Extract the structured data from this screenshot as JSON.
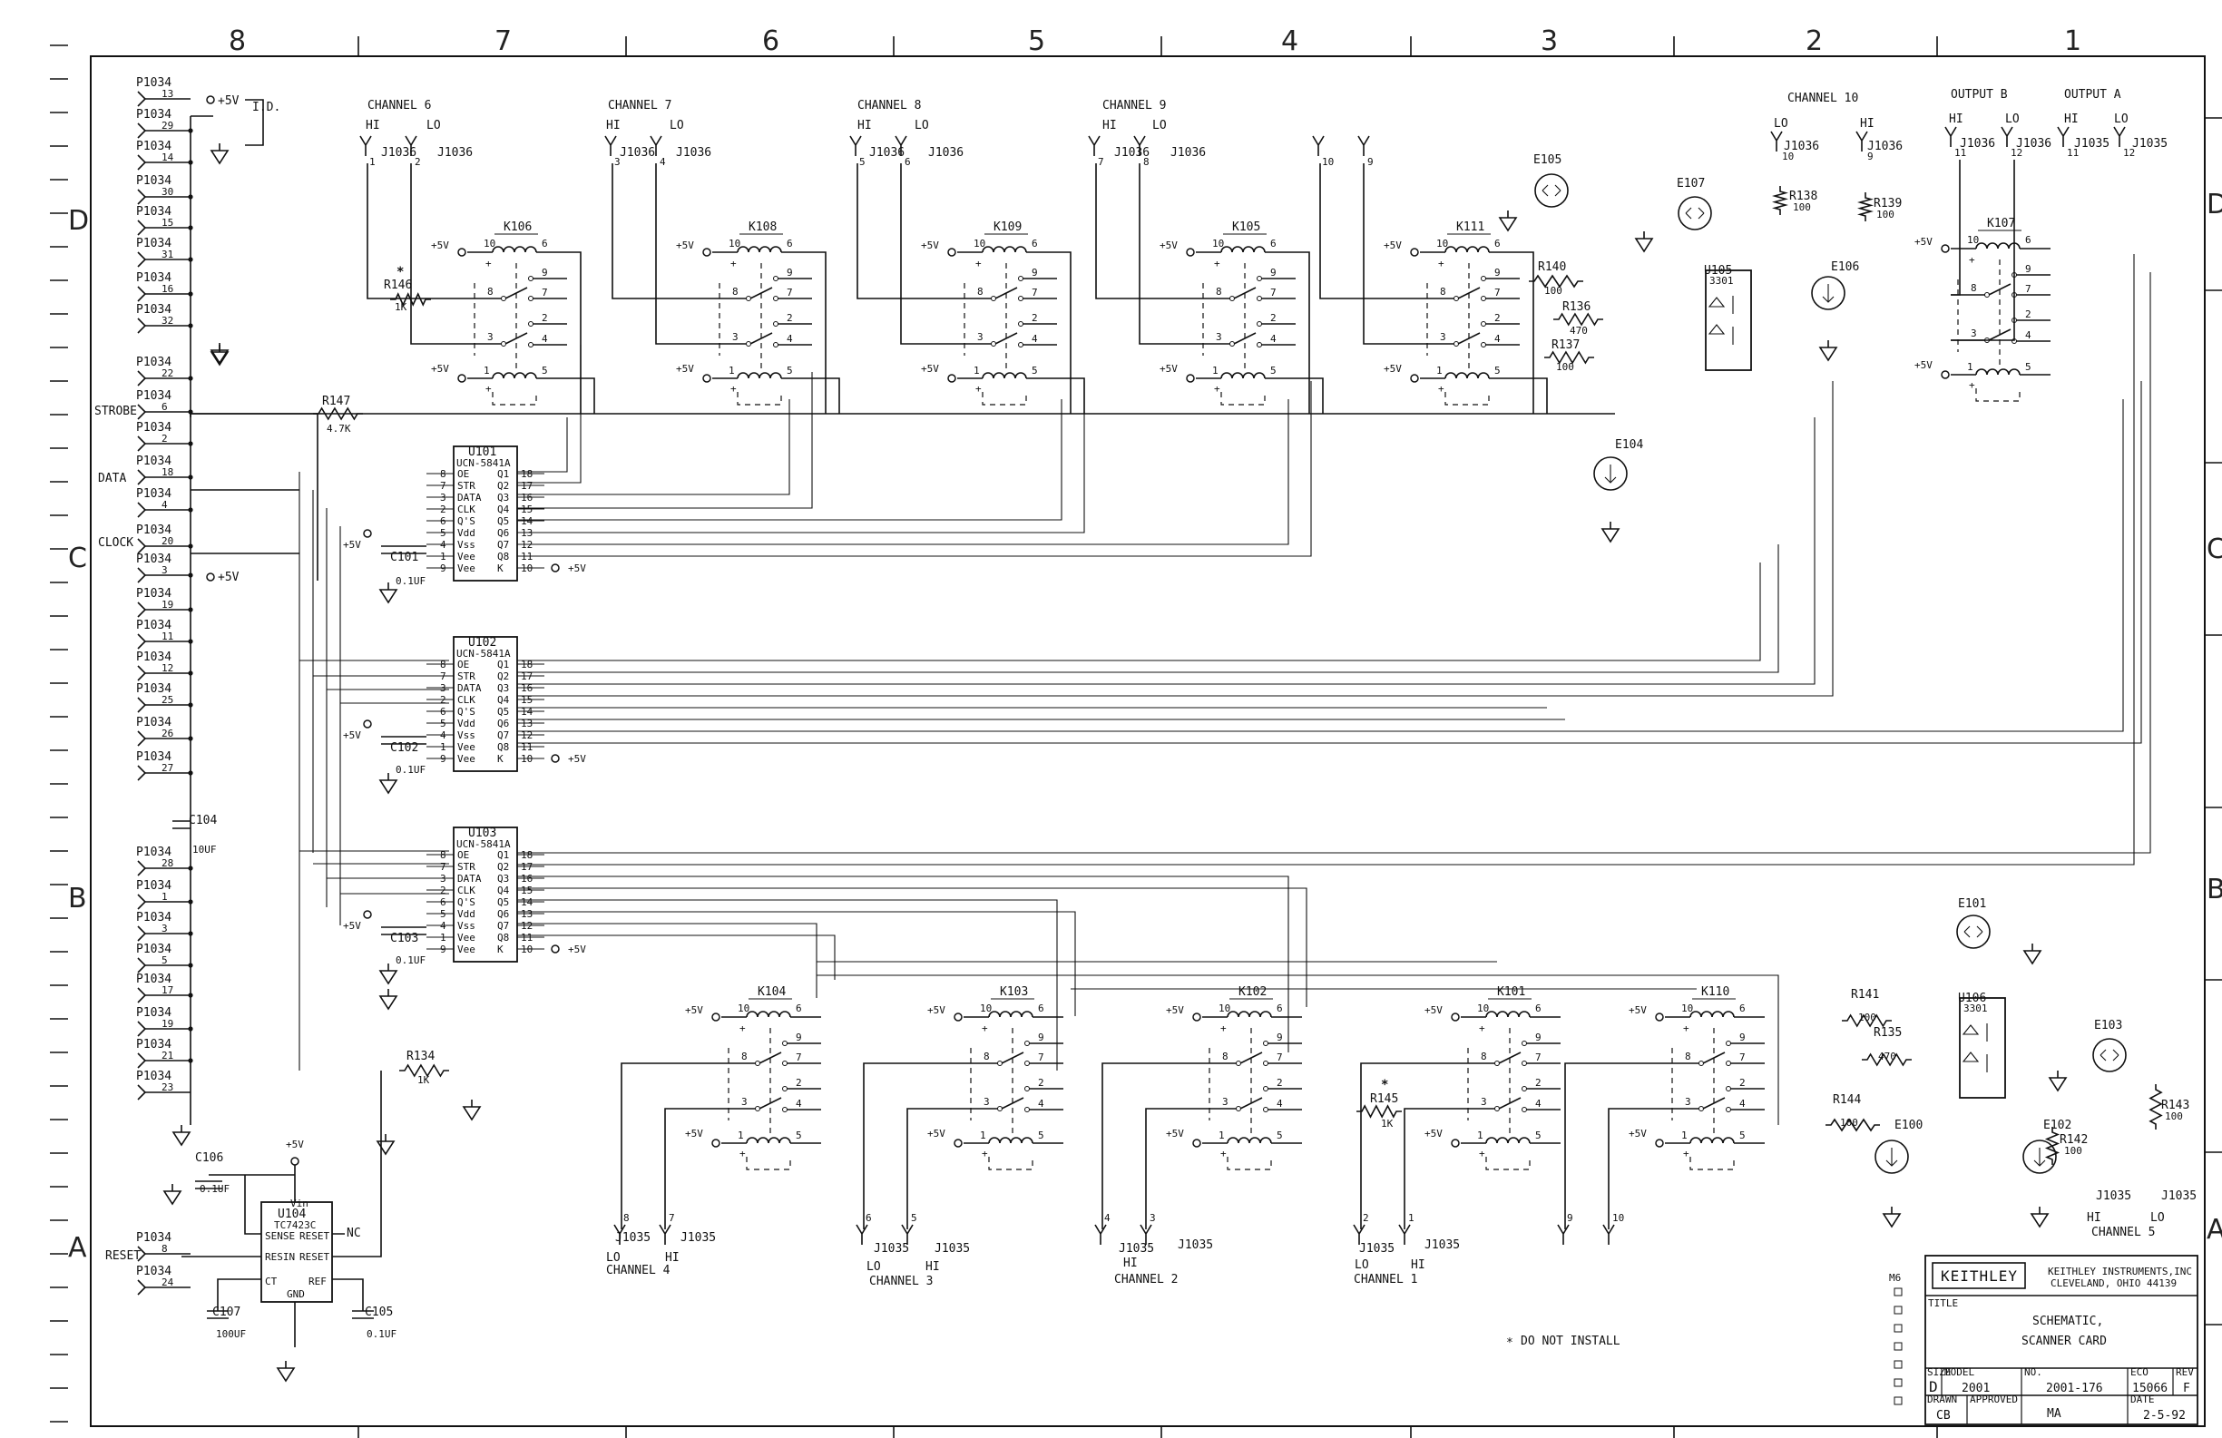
{
  "sheet": {
    "zones_top": [
      "8",
      "7",
      "6",
      "5",
      "4",
      "3",
      "2",
      "1"
    ],
    "zones_side": [
      "D",
      "C",
      "B",
      "A"
    ]
  },
  "connector_p1034": {
    "label": "P1034",
    "pins": [
      "13",
      "29",
      "14",
      "30",
      "15",
      "31",
      "16",
      "32",
      "22",
      "6",
      "2",
      "18",
      "4",
      "20",
      "3",
      "19",
      "11",
      "12",
      "25",
      "26",
      "27",
      "28",
      "1",
      "3",
      "5",
      "17",
      "19",
      "21",
      "23",
      "8",
      "24"
    ],
    "id_label": "I.D.",
    "signals": {
      "strobe": "STROBE",
      "data": "DATA",
      "clock": "CLOCK",
      "reset": "RESET"
    },
    "supply": "+5V"
  },
  "channels_top": [
    {
      "name": "CHANNEL 6",
      "hi": "HI",
      "lo": "LO",
      "relay": "K106",
      "jacks": [
        "J1036",
        "J1036"
      ],
      "pins": [
        "1",
        "2"
      ]
    },
    {
      "name": "CHANNEL 7",
      "hi": "HI",
      "lo": "LO",
      "relay": "K108",
      "jacks": [
        "J1036",
        "J1036"
      ],
      "pins": [
        "3",
        "4"
      ]
    },
    {
      "name": "CHANNEL 8",
      "hi": "HI",
      "lo": "LO",
      "relay": "K109",
      "jacks": [
        "J1036",
        "J1036"
      ],
      "pins": [
        "5",
        "6"
      ]
    },
    {
      "name": "CHANNEL 9",
      "hi": "HI",
      "lo": "LO",
      "relay": "K105",
      "jacks": [
        "J1036",
        "J1036"
      ],
      "pins": [
        "7",
        "8"
      ]
    },
    {
      "name": "CHANNEL 10",
      "hi": "HI",
      "lo": "LO",
      "relay": "K111",
      "jacks": [
        "J1036",
        "J1036"
      ],
      "pins": [
        "10",
        "9"
      ]
    }
  ],
  "outputs": [
    {
      "name": "OUTPUT B",
      "hi": "HI",
      "lo": "LO",
      "jacks": [
        "J1036",
        "J1036"
      ],
      "pins": [
        "11",
        "12"
      ]
    },
    {
      "name": "OUTPUT A",
      "hi": "HI",
      "lo": "LO",
      "jacks": [
        "J1035",
        "J1035"
      ],
      "pins": [
        "11",
        "12"
      ]
    }
  ],
  "relay_k107": "K107",
  "channels_bottom": [
    {
      "name": "CHANNEL 4",
      "relay": "K104",
      "jack": "J1035",
      "pins": [
        "8",
        "7"
      ],
      "lo": "LO",
      "hi": "HI"
    },
    {
      "name": "CHANNEL 3",
      "relay": "K103",
      "jack": "J1035",
      "pins": [
        "6",
        "5"
      ],
      "lo": "LO",
      "hi": "HI"
    },
    {
      "name": "CHANNEL 2",
      "relay": "K102",
      "jack": "J1035",
      "pins": [
        "4",
        "3"
      ],
      "lo": "LO",
      "hi": "HI"
    },
    {
      "name": "CHANNEL 1",
      "relay": "K101",
      "jack": "J1035",
      "pins": [
        "2",
        "1"
      ],
      "lo": "LO",
      "hi": "HI"
    },
    {
      "name": "CHANNEL 5",
      "relay": "K110",
      "jack": "J1035",
      "pins": [
        "9",
        "10"
      ],
      "lo": "LO",
      "hi": "HI"
    }
  ],
  "ics": [
    {
      "ref": "U101",
      "part": "UCN-5841A"
    },
    {
      "ref": "U102",
      "part": "UCN-5841A"
    },
    {
      "ref": "U103",
      "part": "UCN-5841A"
    }
  ],
  "ic_pins_left": [
    {
      "num": "8",
      "name": "OE"
    },
    {
      "num": "7",
      "name": "STR"
    },
    {
      "num": "3",
      "name": "DATA"
    },
    {
      "num": "2",
      "name": "CLK"
    },
    {
      "num": "6",
      "name": "Q'S"
    },
    {
      "num": "5",
      "name": "Vdd"
    },
    {
      "num": "4",
      "name": "Vss"
    },
    {
      "num": "1",
      "name": "Vee"
    },
    {
      "num": "9",
      "name": "Vee"
    }
  ],
  "ic_pins_right": [
    {
      "num": "18",
      "name": "Q1"
    },
    {
      "num": "17",
      "name": "Q2"
    },
    {
      "num": "16",
      "name": "Q3"
    },
    {
      "num": "15",
      "name": "Q4"
    },
    {
      "num": "14",
      "name": "Q5"
    },
    {
      "num": "13",
      "name": "Q6"
    },
    {
      "num": "12",
      "name": "Q7"
    },
    {
      "num": "11",
      "name": "Q8"
    },
    {
      "num": "10",
      "name": "K"
    }
  ],
  "capacitors": [
    {
      "ref": "C101",
      "value": "0.1UF"
    },
    {
      "ref": "C102",
      "value": "0.1UF"
    },
    {
      "ref": "C103",
      "value": "0.1UF"
    },
    {
      "ref": "C104",
      "value": "10UF"
    },
    {
      "ref": "C105",
      "value": "0.1UF"
    },
    {
      "ref": "C106",
      "value": "0.1UF"
    },
    {
      "ref": "C107",
      "value": "100UF"
    }
  ],
  "resistors": [
    {
      "ref": "R146",
      "value": "1K"
    },
    {
      "ref": "R147",
      "value": "4.7K"
    },
    {
      "ref": "R134",
      "value": "1K"
    },
    {
      "ref": "R140",
      "value": "100"
    },
    {
      "ref": "R136",
      "value": "470"
    },
    {
      "ref": "R137",
      "value": "100"
    },
    {
      "ref": "R138",
      "value": "100"
    },
    {
      "ref": "R139",
      "value": "100"
    },
    {
      "ref": "R145",
      "value": "1K"
    },
    {
      "ref": "R141",
      "value": "100"
    },
    {
      "ref": "R135",
      "value": "470"
    },
    {
      "ref": "R144",
      "value": "100"
    },
    {
      "ref": "R142",
      "value": "100"
    },
    {
      "ref": "R143",
      "value": "100"
    }
  ],
  "others": {
    "e105": "E105",
    "e107": "E107",
    "e106": "E106",
    "e104": "E104",
    "e101": "E101",
    "e103": "E103",
    "e100": "E100",
    "e102": "E102",
    "u105": "U105",
    "u105_part": "3301",
    "u106": "U106",
    "u106_part": "3301",
    "u104": "U104",
    "u104_part": "TC7423C",
    "u104_pins": {
      "sense": "SENSE",
      "resin": "RESIN",
      "reset": "RESET",
      "ct": "CT",
      "gnd": "GND",
      "ref": "REF",
      "nc": "NC",
      "vin": "Vin"
    }
  },
  "note": "DO NOT INSTALL",
  "title_block": {
    "company_logo": "KEITHLEY",
    "company": "KEITHLEY INSTRUMENTS,INC",
    "address": "CLEVELAND, OHIO 44139",
    "title_label": "TITLE",
    "title_line1": "SCHEMATIC,",
    "title_line2": "SCANNER CARD",
    "size_label": "SIZE",
    "size": "D",
    "model_label": "MODEL",
    "model": "2001",
    "no_label": "NO.",
    "number": "2001-176",
    "eco_label": "ECO",
    "eco": "15066",
    "rev_label": "REV",
    "rev": "F",
    "drawn_label": "DRAWN",
    "drawn": "CB",
    "approved_label": "APPROVED",
    "approved": "MA",
    "date_label": "DATE",
    "date": "2-5-92",
    "side_mark": "M6"
  }
}
